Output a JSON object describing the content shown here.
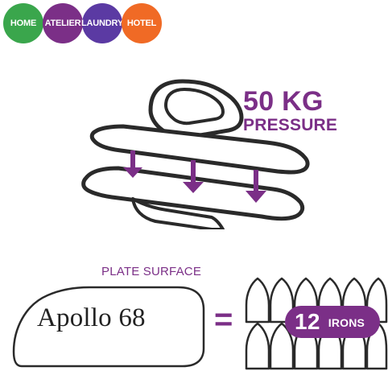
{
  "badges": [
    {
      "label": "HOME",
      "color": "#3aa64c"
    },
    {
      "label": "ATELIER",
      "color": "#7b2f87"
    },
    {
      "label": "LAUNDRY",
      "color": "#5b3aa3"
    },
    {
      "label": "HOTEL",
      "color": "#f06a25"
    }
  ],
  "pressure": {
    "big": "50 KG",
    "small": "PRESSURE"
  },
  "plate": {
    "label": "PLATE SURFACE",
    "model": "Apollo 68"
  },
  "equals": "=",
  "irons": {
    "count": "12",
    "unit": "IRONS"
  },
  "colors": {
    "accent_purple": "#7b2f87",
    "outline": "#2a2a2a"
  }
}
